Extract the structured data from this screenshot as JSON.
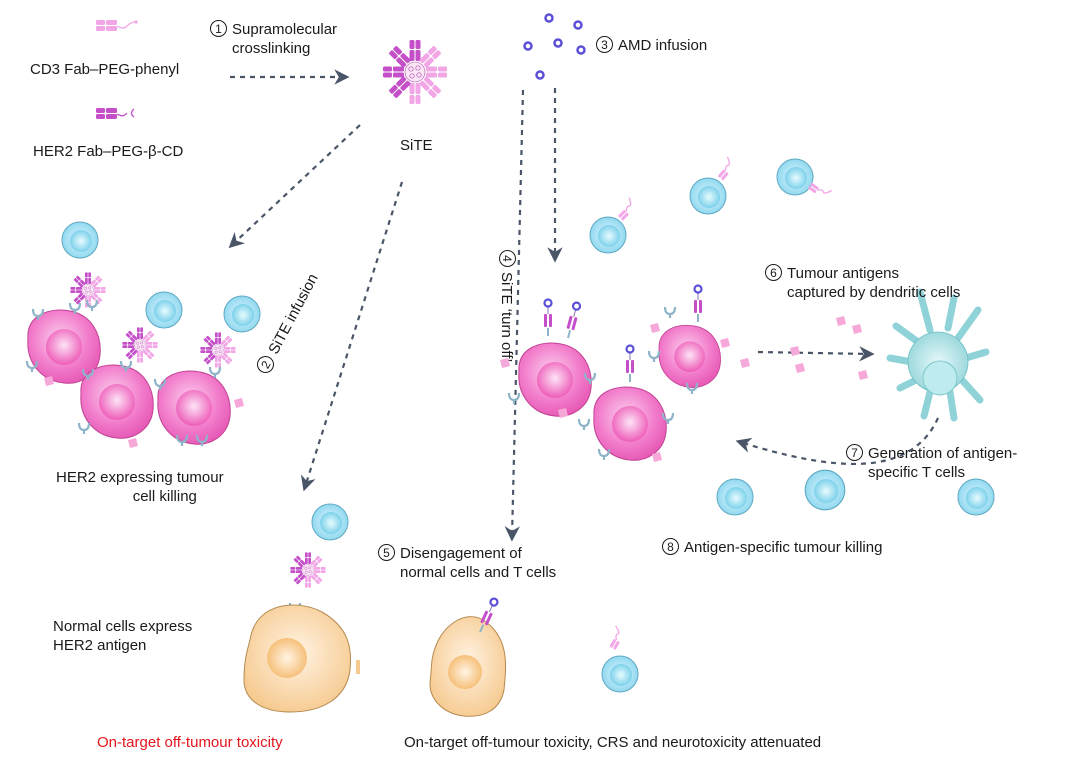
{
  "colors": {
    "cd3_fab": "#f2a6e6",
    "her2_fab": "#c44fc9",
    "tumour_cell": "#ee5fb8",
    "tumour_nucleus": "#f06ec3",
    "t_cell": "#8fd8ee",
    "normal_cell": "#f6c98e",
    "dendritic_cell": "#8fd3d8",
    "amd": "#5a4fd6",
    "arrow": "#4a5568",
    "receptor": "#8fb3c9",
    "warning_text": "#e4151c"
  },
  "legend": {
    "cd3": "CD3 Fab–PEG-phenyl",
    "her2": "HER2 Fab–PEG-β-CD"
  },
  "steps": [
    {
      "num": "1",
      "lines": [
        "Supramolecular",
        "crosslinking"
      ]
    },
    {
      "num": "2",
      "lines": [
        "SiTE infusion"
      ]
    },
    {
      "num": "3",
      "lines": [
        "AMD infusion"
      ]
    },
    {
      "num": "4",
      "lines": [
        "SiTE ‘turn off’"
      ]
    },
    {
      "num": "5",
      "lines": [
        "Disengagement of",
        "normal cells and T cells"
      ]
    },
    {
      "num": "6",
      "lines": [
        "Tumour antigens",
        "captured by dendritic cells"
      ]
    },
    {
      "num": "7",
      "lines": [
        "Generation of antigen-",
        "specific T cells"
      ]
    },
    {
      "num": "8",
      "lines": [
        "Antigen-specific tumour killing"
      ]
    }
  ],
  "labels": {
    "site": "SiTE",
    "tumour_killing": [
      "HER2 expressing tumour",
      "cell killing"
    ],
    "normal_cells": [
      "Normal cells express",
      "HER2 antigen"
    ],
    "toxicity": "On-target off-tumour toxicity",
    "attenuated": "On-target off-tumour toxicity, CRS and neurotoxicity attenuated"
  }
}
